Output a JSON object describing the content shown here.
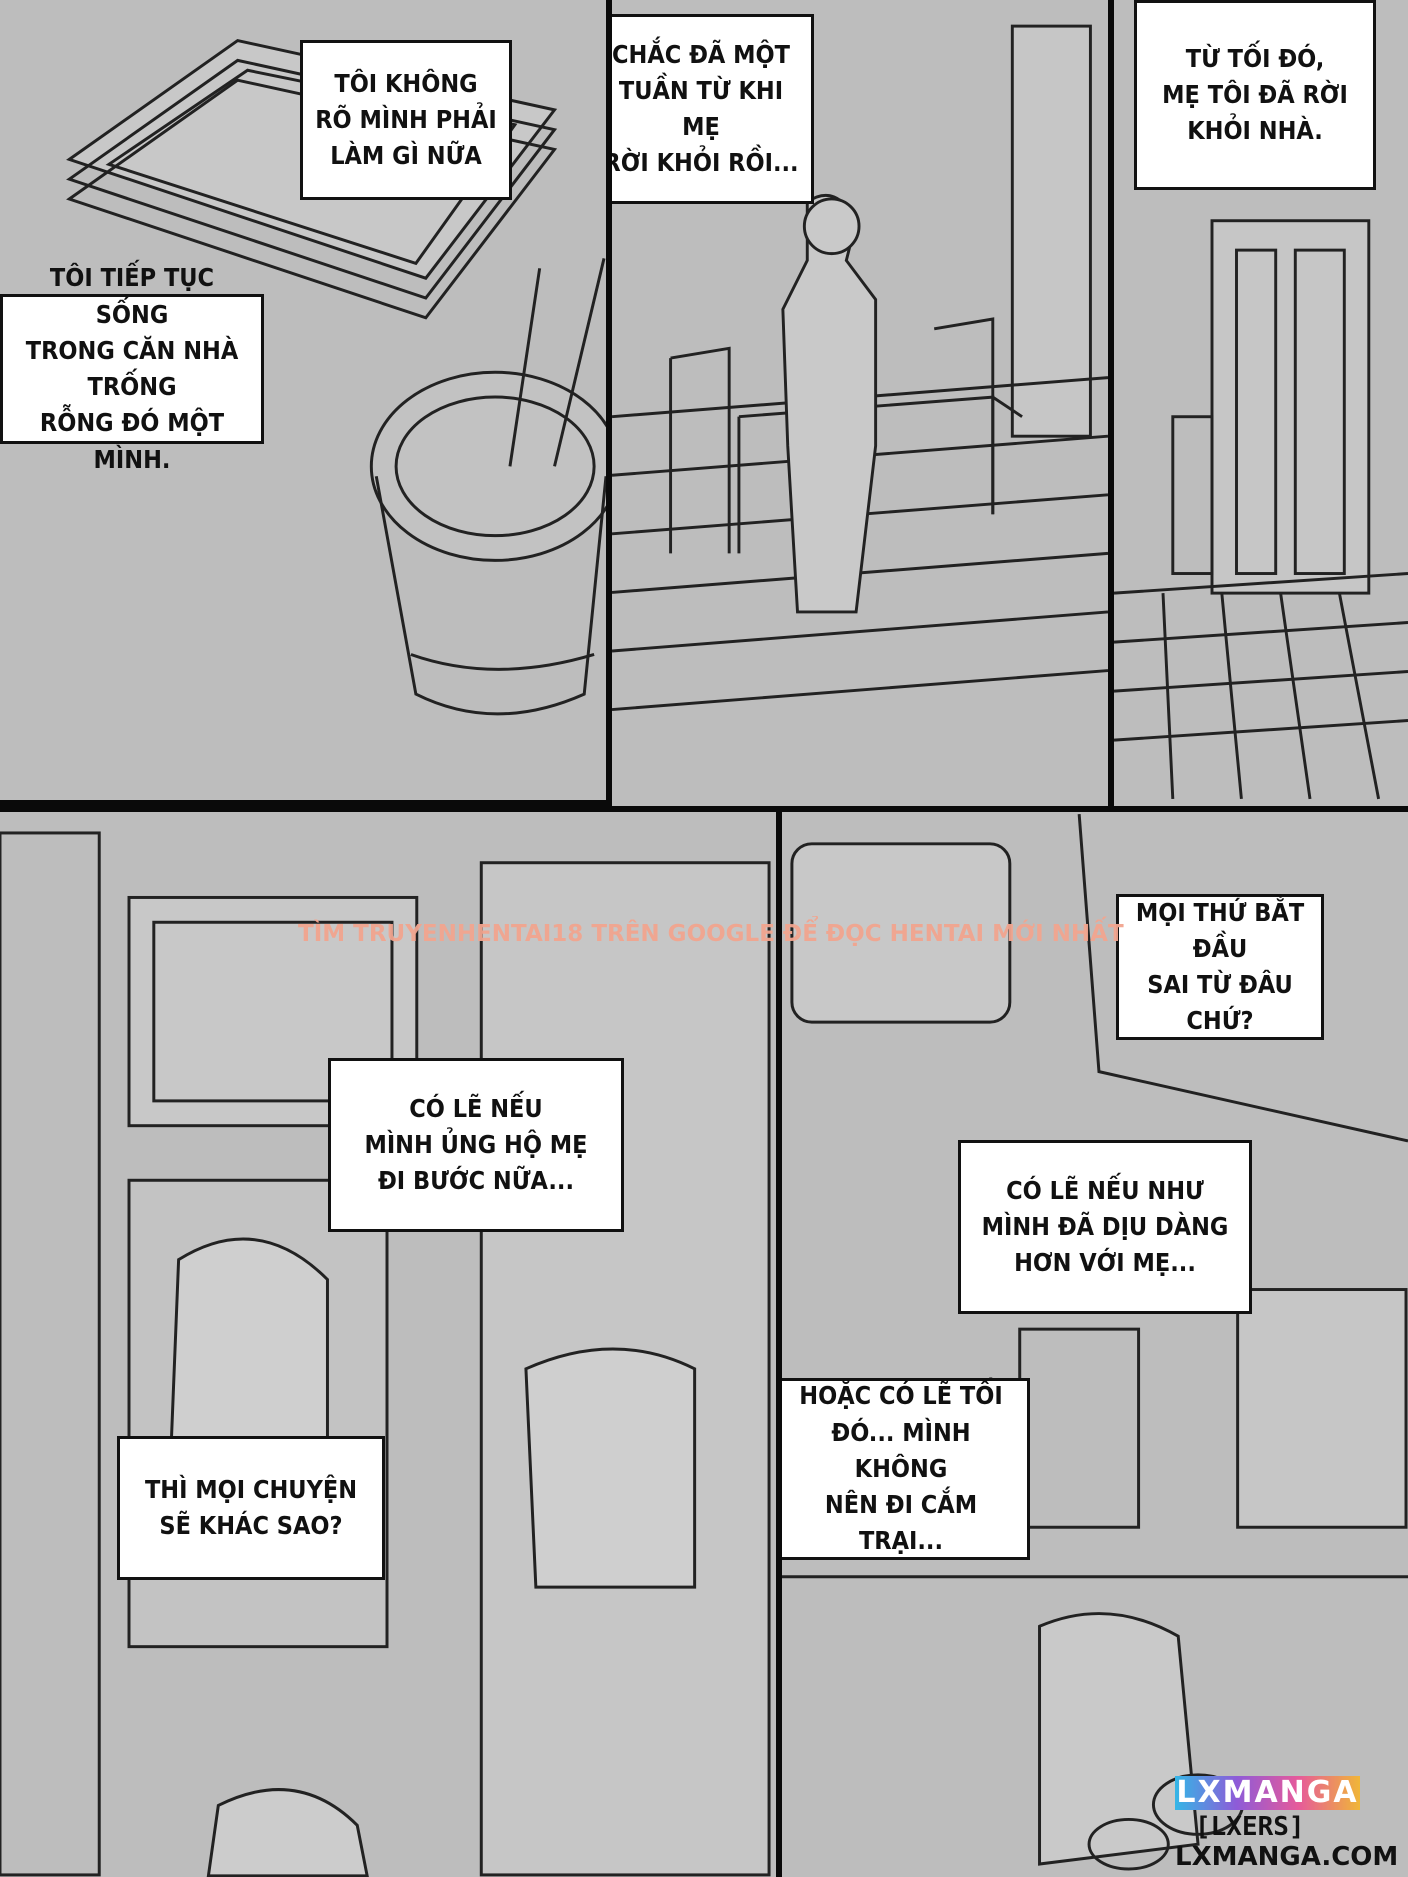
{
  "captions": {
    "c1": "TÔI KHÔNG\nRÕ MÌNH PHẢI\nLÀM GÌ NỮA",
    "c2": "TÔI TIẾP TỤC SỐNG\nTRONG CĂN NHÀ TRỐNG\nRỖNG ĐÓ MỘT MÌNH.",
    "c3": "CHẮC ĐÃ MỘT\nTUẦN TỪ KHI MẸ\nRỜI KHỎI RỒI...",
    "c4": "TỪ TỐI ĐÓ,\nMẸ TÔI ĐÃ RỜI\nKHỎI NHÀ.",
    "c5": "MỌI THỨ BẮT ĐẦU\nSAI TỪ ĐÂU CHỨ?",
    "c6": "CÓ LẼ NẾU\nMÌNH ỦNG HỘ MẸ\nĐI BƯỚC NỮA...",
    "c7": "CÓ LẼ NẾU NHƯ\nMÌNH ĐÃ DỊU DÀNG\nHƠN VỚI MẸ...",
    "c8": "THÌ MỌI CHUYỆN\nSẼ KHÁC SAO?",
    "c9": "HOẶC CÓ LẼ TỐI\nĐÓ... MÌNH KHÔNG\nNÊN ĐI CẮM TRẠI..."
  },
  "watermark": "TÌM TRUYENHENTAI18 TRÊN GOOGLE ĐỂ ĐỌC HENTAI MỚI NHẤT",
  "logo": {
    "brand": "LXMANGA",
    "team": "[LXERS]",
    "site": "LXMANGA.COM"
  }
}
